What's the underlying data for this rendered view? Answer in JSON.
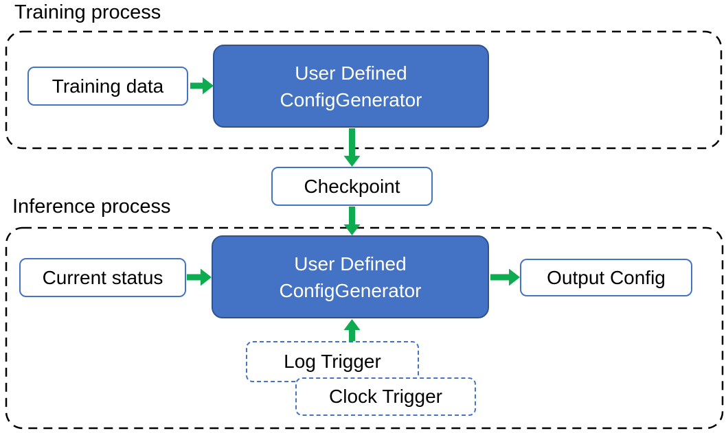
{
  "diagram": {
    "labels": {
      "training_process": "Training process",
      "inference_process": "Inference process"
    },
    "training": {
      "input_box": "Training data",
      "generator_line1": "User Defined",
      "generator_line2": "ConfigGenerator"
    },
    "checkpoint_box": "Checkpoint",
    "inference": {
      "input_box": "Current status",
      "generator_line1": "User Defined",
      "generator_line2": "ConfigGenerator",
      "output_box": "Output Config",
      "log_trigger_box": "Log Trigger",
      "clock_trigger_box": "Clock Trigger"
    },
    "colors": {
      "generator_fill": "#4472C4",
      "generator_border": "#2F528F",
      "box_border": "#4472C4",
      "trigger_border": "#4472C4",
      "arrow_green": "#0FAB50",
      "container_border": "#000000",
      "text_dark": "#000000",
      "text_light": "#FFFFFF"
    }
  }
}
